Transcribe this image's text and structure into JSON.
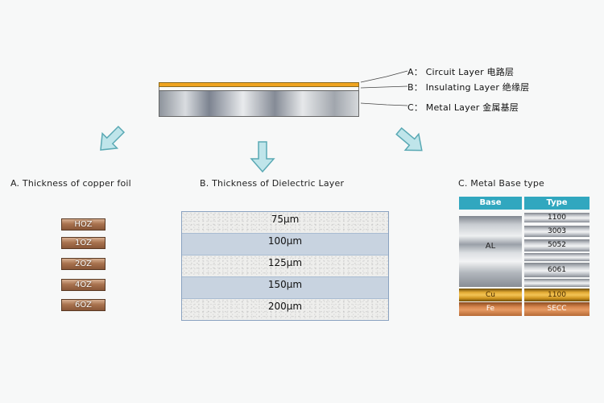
{
  "legend": {
    "a": "A：  Circuit Layer 电路层",
    "b": "B：  Insulating Layer 绝缘层",
    "c": "C：  Metal  Layer 金属基层"
  },
  "sections": {
    "copper_title": "A. Thickness of copper foil",
    "dielectric_title": "B. Thickness of Dielectric Layer",
    "metal_title": "C. Metal Base type"
  },
  "copper_foil": [
    "HOZ",
    "1OZ",
    "2OZ",
    "4OZ",
    "6OZ"
  ],
  "dielectric": [
    "75μm",
    "100μm",
    "125μm",
    "150μm",
    "200μm"
  ],
  "metal_base": {
    "headers": [
      "Base",
      "Type"
    ],
    "al_label": "AL",
    "al_types": [
      "1100",
      "3003",
      "5052",
      "",
      "6061",
      ""
    ],
    "cu": {
      "base": "Cu",
      "type": "1100"
    },
    "fe": {
      "base": "Fe",
      "type": "SECC"
    }
  },
  "colors": {
    "circuit_layer": "#f0a41e",
    "header": "#31a7bf",
    "arrow": "#7fc4cc"
  }
}
